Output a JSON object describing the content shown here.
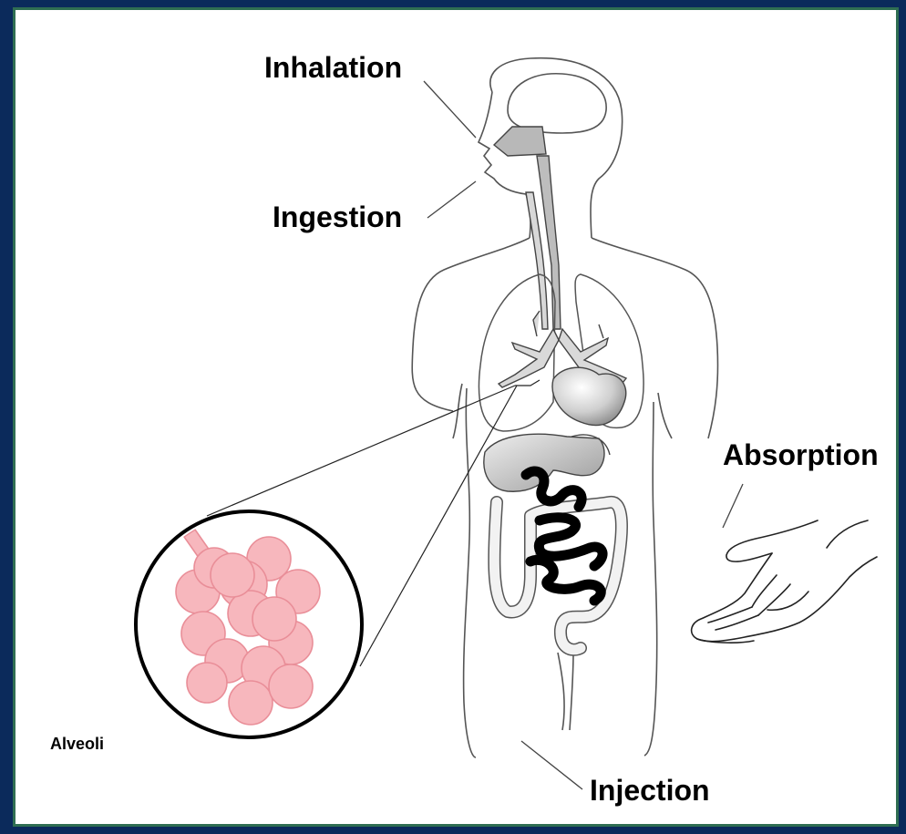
{
  "labels": {
    "inhalation": "Inhalation",
    "ingestion": "Ingestion",
    "absorption": "Absorption",
    "injection": "Injection",
    "alveoli": "Alveoli"
  },
  "colors": {
    "background": "#0b2a5b",
    "border": "#2f6e52",
    "alveoli_fill": "#f7b7bd",
    "alveoli_stroke": "#e98e98",
    "organ_gray": "#c8c8c8",
    "intestine_black": "#000000"
  }
}
